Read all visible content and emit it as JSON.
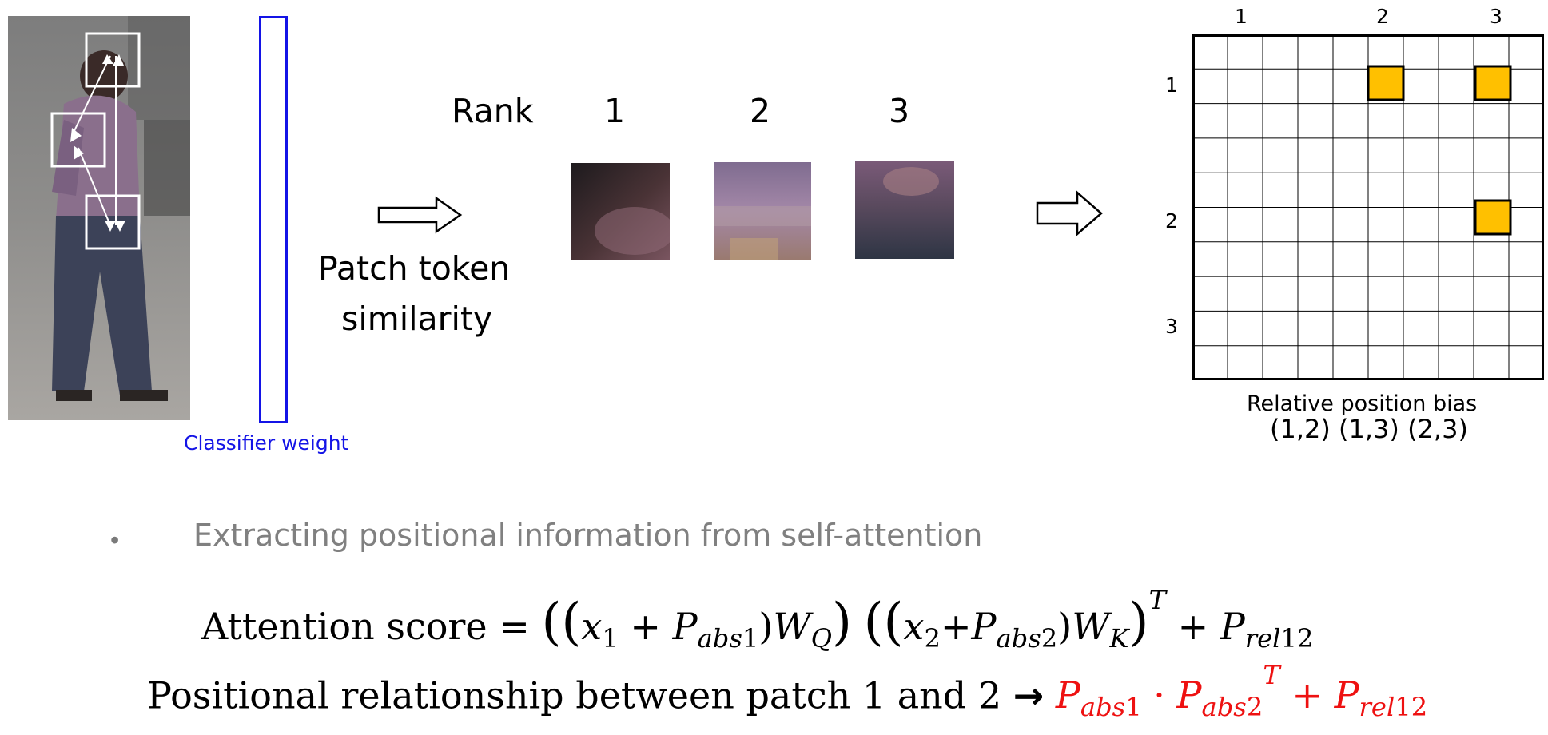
{
  "classifier": {
    "label": "Classifier weight"
  },
  "middle": {
    "rank_label": "Rank",
    "ranks": [
      "1",
      "2",
      "3"
    ],
    "similarity_line1": "Patch token",
    "similarity_line2": "similarity"
  },
  "grid": {
    "top_labels": [
      "1",
      "2",
      "3"
    ],
    "left_labels": [
      "1",
      "2",
      "3"
    ],
    "rows": 10,
    "cols": 10,
    "highlight_color": "#ffc000",
    "highlighted_cells": [
      {
        "pair": "(1,2)"
      },
      {
        "pair": "(1,3)"
      },
      {
        "pair": "(2,3)"
      }
    ],
    "caption_line1": "Relative position bias",
    "caption_line2": "(1,2) (1,3) (2,3)"
  },
  "bullet": {
    "symbol": "•",
    "text": "Extracting positional information from self-attention"
  },
  "formula": {
    "line1_prefix": "Attention score =",
    "line2_prefix": "Positional relationship between patch 1 and 2",
    "arrow": "→"
  },
  "colors": {
    "classifier_blue": "#1414e6",
    "highlight_orange": "#ffc000",
    "formula_red": "#ee1111"
  },
  "icons": [
    "hollow-right-arrow-icon",
    "hollow-right-arrow-icon"
  ]
}
